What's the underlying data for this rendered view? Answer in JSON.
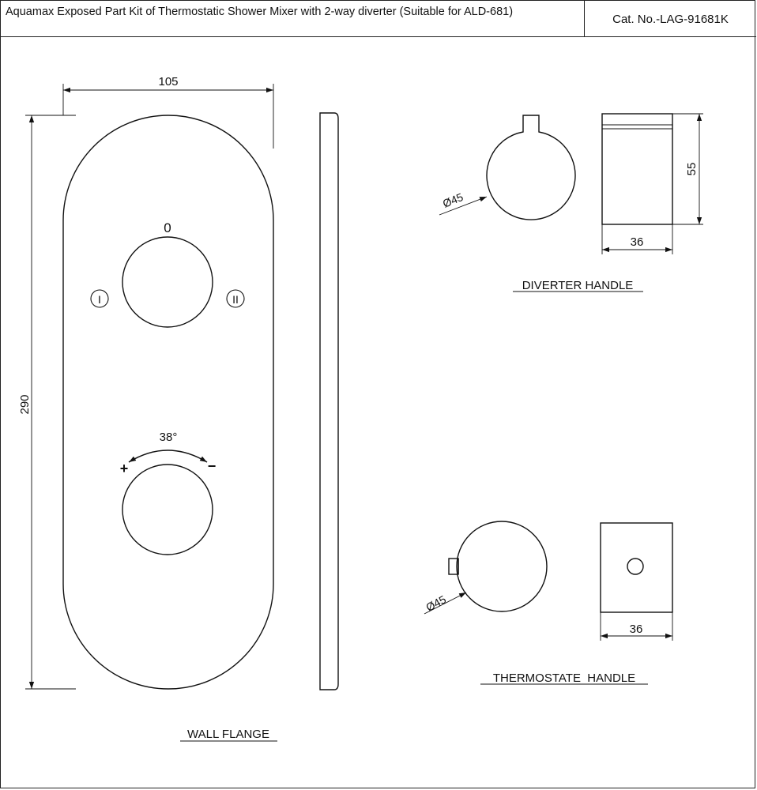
{
  "header": {
    "title": "Aquamax Exposed Part Kit of Thermostatic Shower Mixer with 2-way diverter (Suitable for ALD-681)",
    "cat_no": "Cat. No.-LAG-91681K"
  },
  "wall_flange": {
    "width_dim": "105",
    "height_dim": "290",
    "pos_zero": "0",
    "pos_one": "I",
    "pos_two": "II",
    "angle": "38°",
    "plus": "+",
    "minus": "−",
    "caption": "WALL FLANGE"
  },
  "diverter_handle": {
    "diameter": "Ø45",
    "height_dim": "55",
    "width_dim": "36",
    "caption": "DIVERTER HANDLE"
  },
  "thermostat_handle": {
    "diameter": "Ø45",
    "width_dim": "36",
    "caption": "THERMOSTATE  HANDLE"
  }
}
